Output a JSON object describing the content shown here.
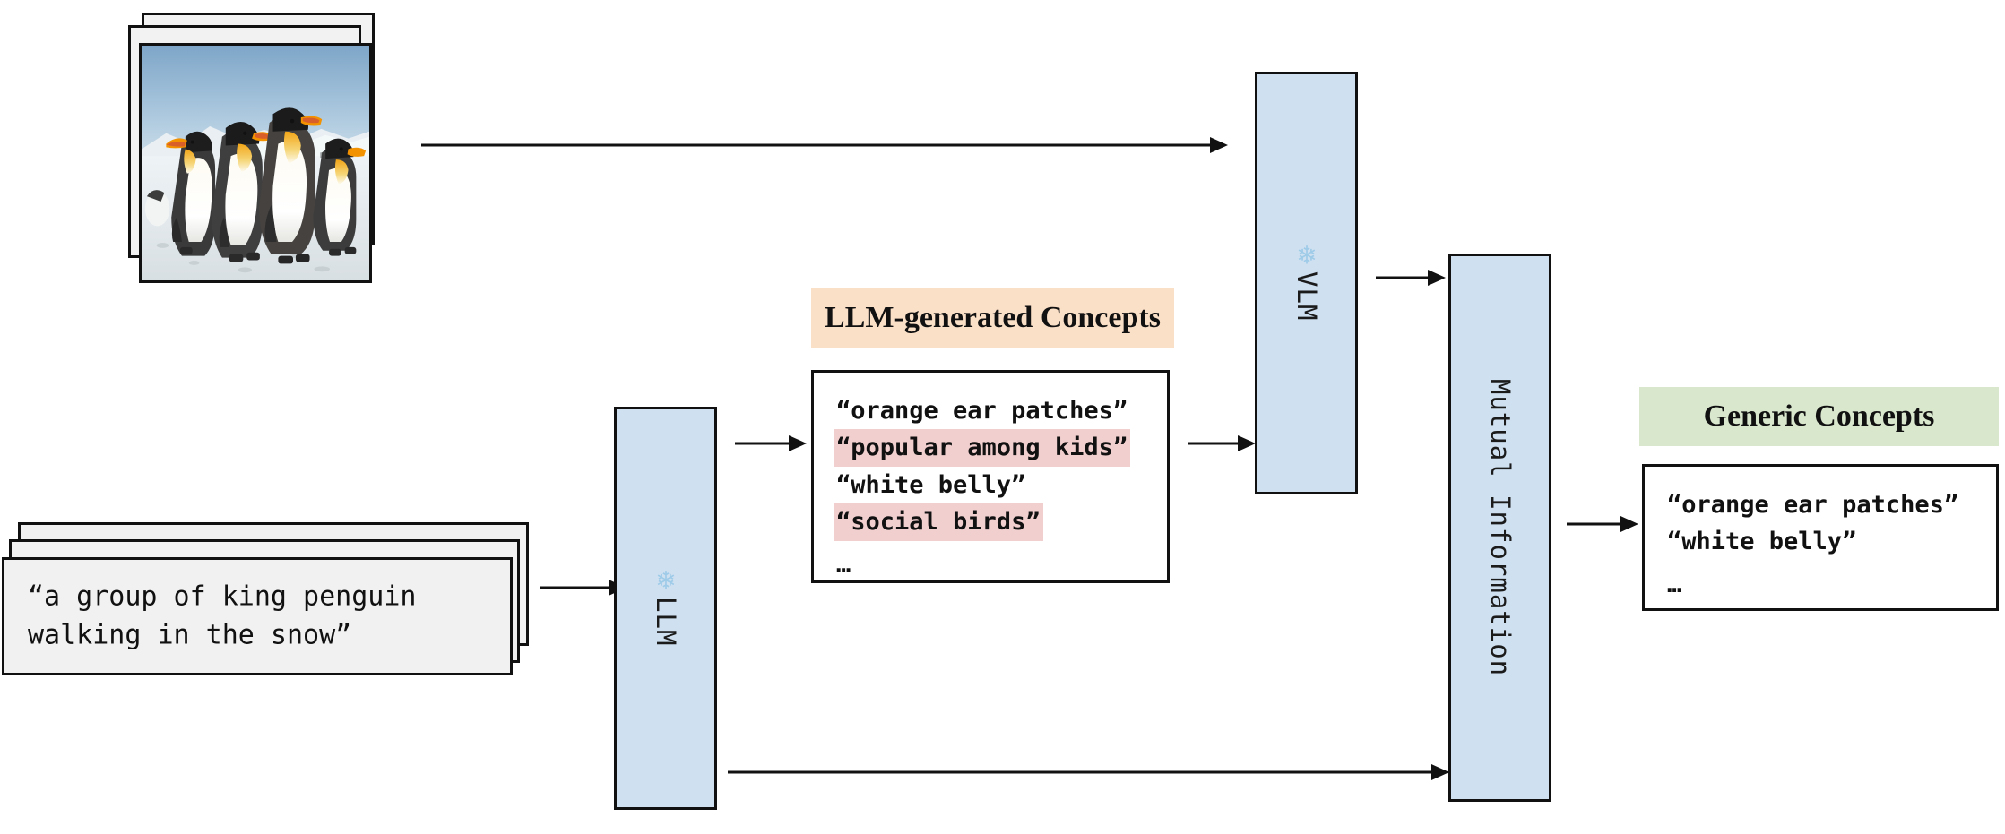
{
  "figure": {
    "type": "pipeline-diagram",
    "inputs": {
      "image_stack": {
        "name": "penguin-photo-stack",
        "count": 3,
        "description": "four king penguins walking on snow under blue sky"
      },
      "caption_stack": {
        "count": 3,
        "text": "“a group of king penguin\nwalking in the snow”"
      }
    },
    "blocks": {
      "llm": {
        "label": "LLM",
        "icon": "snowflake-icon",
        "frozen": true
      },
      "vlm": {
        "label": "VLM",
        "icon": "snowflake-icon",
        "frozen": true
      },
      "mutual_information": {
        "label": "Mutual Information",
        "frozen": false
      }
    },
    "llm_generated": {
      "header": "LLM-generated Concepts",
      "header_color": "#fbe0c8",
      "highlight_color": "#f2cfcf",
      "concepts": [
        {
          "text": "“orange ear patches”",
          "highlighted": false
        },
        {
          "text": "“popular among kids”",
          "highlighted": true
        },
        {
          "text": "“white belly”",
          "highlighted": false
        },
        {
          "text": "“social birds”",
          "highlighted": true
        }
      ],
      "ellipsis": "…"
    },
    "generic": {
      "header": "Generic Concepts",
      "header_color": "#d9e7cd",
      "concepts": [
        {
          "text": "“orange ear patches”",
          "highlighted": false
        },
        {
          "text": "“white belly”",
          "highlighted": false
        }
      ],
      "ellipsis": "…"
    },
    "icons": {
      "snowflake": "❄"
    }
  }
}
